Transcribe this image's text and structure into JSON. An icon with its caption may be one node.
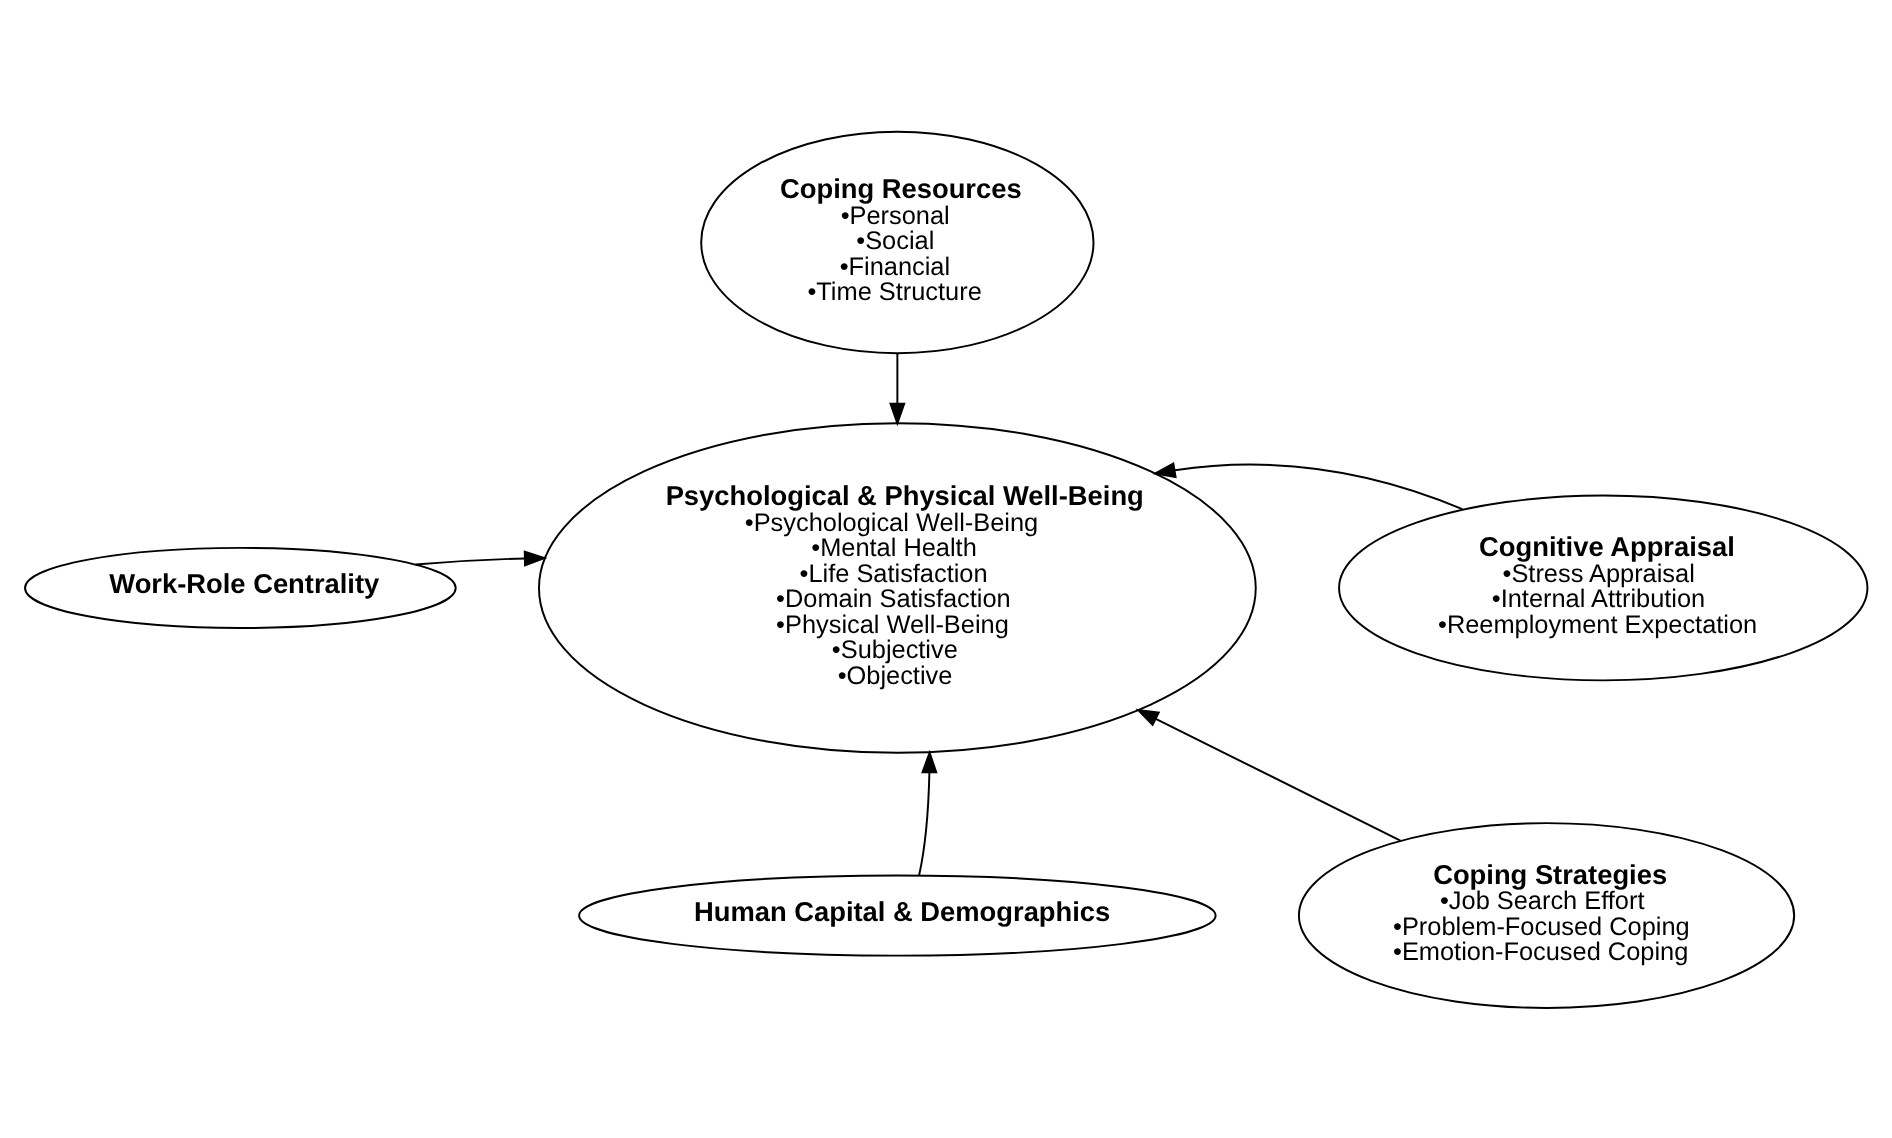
{
  "diagram": {
    "nodes": [
      {
        "text": [
          "Coping Resources",
          "•Personal",
          "•Social",
          "•Financial",
          "•Time Structure"
        ]
      },
      {
        "text": [
          "Work-Role Centrality"
        ]
      },
      {
        "text": [
          "Psychological & Physical Well-Being",
          "•Psychological Well-Being",
          "•Mental Health",
          "•Life Satisfaction",
          "•Domain Satisfaction",
          "•Physical Well-Being",
          "•Subjective",
          "•Objective"
        ]
      },
      {
        "text": [
          "Cognitive Appraisal",
          "•Stress Appraisal",
          "•Internal Attribution",
          "•Reemployment Expectation"
        ]
      },
      {
        "text": [
          "Human Capital & Demographics"
        ]
      },
      {
        "text": [
          "Coping Strategies",
          "•Job Search Effort",
          "•Problem-Focused Coping",
          "•Emotion-Focused Coping"
        ]
      }
    ],
    "edges": [
      {
        "from": 0,
        "to": 2,
        "arrow": "to"
      },
      {
        "from": 1,
        "to": 2,
        "arrow": "to"
      },
      {
        "from": 3,
        "to": 2,
        "arrow": "to"
      },
      {
        "from": 4,
        "to": 2,
        "arrow": "to"
      },
      {
        "from": 5,
        "to": 2,
        "arrow": "to"
      }
    ]
  }
}
